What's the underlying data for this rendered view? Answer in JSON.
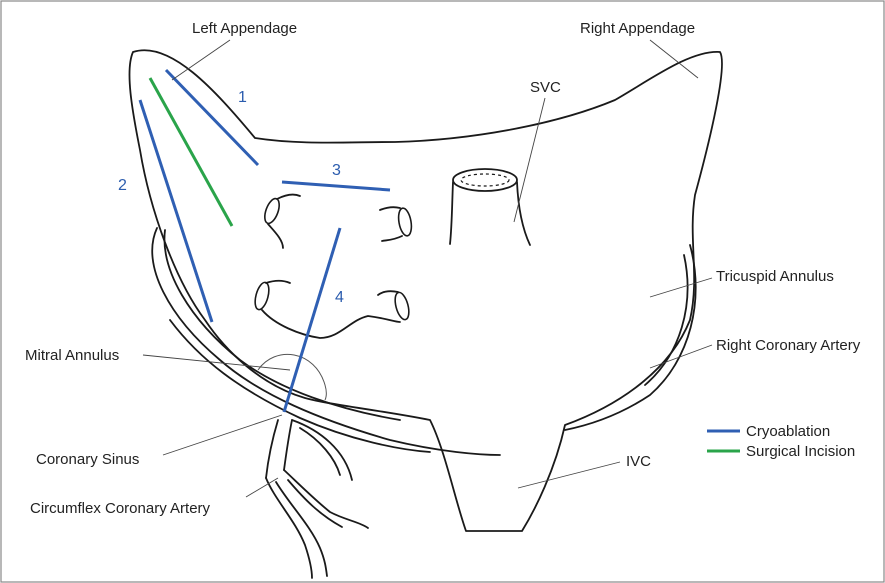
{
  "labels": {
    "left_appendage": "Left Appendage",
    "right_appendage": "Right Appendage",
    "svc": "SVC",
    "tricuspid_annulus": "Tricuspid Annulus",
    "right_coronary_artery": "Right Coronary Artery",
    "mitral_annulus": "Mitral Annulus",
    "coronary_sinus": "Coronary Sinus",
    "circumflex_coronary_artery": "Circumflex Coronary Artery",
    "ivc": "IVC"
  },
  "lesions": {
    "line_1": "1",
    "line_2": "2",
    "line_3": "3",
    "line_4": "4"
  },
  "legend": {
    "items": [
      {
        "label": "Cryoablation",
        "color": "#2f5fb3"
      },
      {
        "label": "Surgical Incision",
        "color": "#2aa44a"
      }
    ]
  },
  "colors": {
    "cryoablation": "#2f5fb3",
    "surgical_incision": "#2aa44a",
    "outline": "#1a1a1a"
  }
}
